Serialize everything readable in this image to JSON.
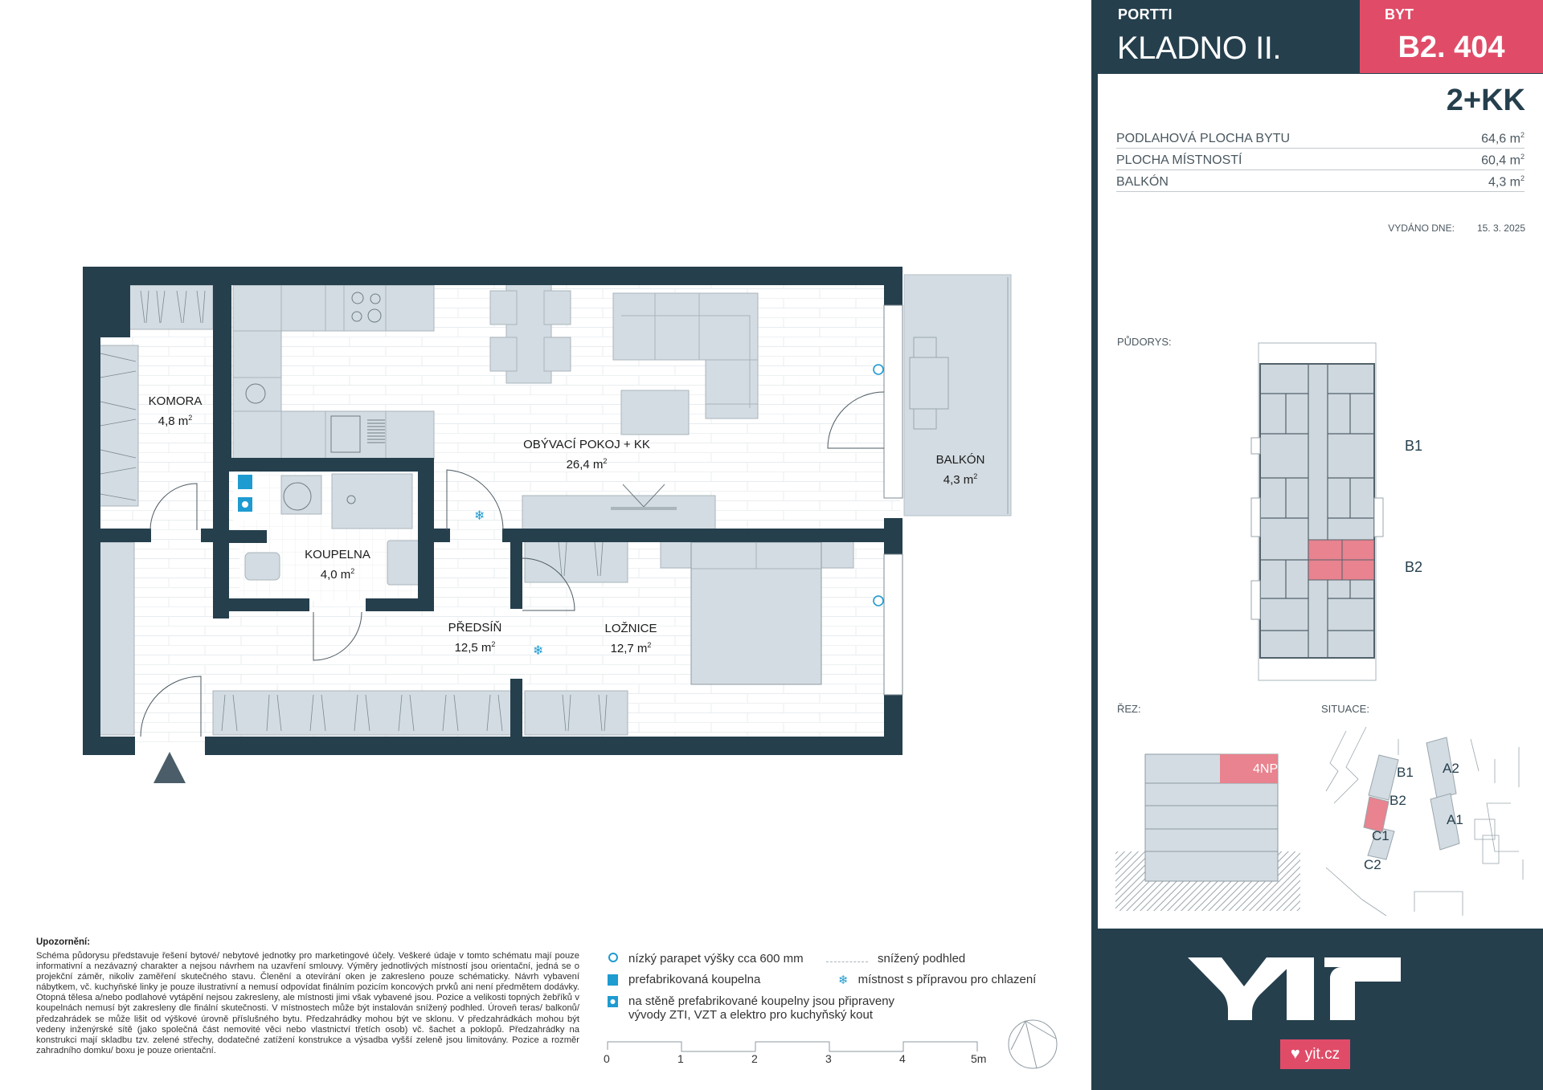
{
  "header": {
    "project_label": "PORTTI",
    "project_name": "KLADNO II.",
    "unit_label": "BYT",
    "unit_code": "B2. 404",
    "unit_type": "2+KK"
  },
  "stats": [
    {
      "label": "PODLAHOVÁ PLOCHA BYTU",
      "value": "64,6 m",
      "unit_sup": "2"
    },
    {
      "label": "PLOCHA MÍSTNOSTÍ",
      "value": "60,4 m",
      "unit_sup": "2"
    },
    {
      "label": "BALKÓN",
      "value": "4,3 m",
      "unit_sup": "2"
    }
  ],
  "issued": {
    "label": "VYDÁNO DNE:",
    "date": "15. 3. 2025"
  },
  "sections": {
    "floorplan_label": "PŮDORYS:",
    "section_label": "ŘEZ:",
    "site_label": "SITUACE:"
  },
  "building_plan": {
    "labels": [
      "B1",
      "B2"
    ],
    "highlight": "B2"
  },
  "cross_section": {
    "floor_label": "4NP",
    "floors": 5
  },
  "site_plan": {
    "buildings": [
      "A1",
      "A2",
      "B1",
      "B2",
      "C1",
      "C2"
    ],
    "highlight": "B2"
  },
  "rooms": [
    {
      "name": "KOMORA",
      "area": "4,8 m",
      "sup": "2"
    },
    {
      "name": "OBÝVACÍ POKOJ + KK",
      "area": "26,4 m",
      "sup": "2"
    },
    {
      "name": "BALKÓN",
      "area": "4,3 m",
      "sup": "2"
    },
    {
      "name": "KOUPELNA",
      "area": "4,0 m",
      "sup": "2"
    },
    {
      "name": "PŘEDSÍŇ",
      "area": "12,5 m",
      "sup": "2"
    },
    {
      "name": "LOŽNICE",
      "area": "12,7 m",
      "sup": "2"
    }
  ],
  "disclaimer": {
    "title": "Upozornění:",
    "text": "Schéma půdorysu představuje řešení bytové/ nebytové jednotky pro marketingové účely. Veškeré údaje v tomto schématu mají pouze informativní a nezávazný charakter a nejsou návrhem na uzavření smlouvy. Výměry jednotlivých místností jsou orientační, jedná se o projekční záměr, nikoliv zaměření skutečného stavu. Členění a otevírání oken je zakresleno pouze schématicky. Návrh vybavení nábytkem, vč. kuchyňské linky je pouze ilustrativní a nemusí odpovídat finálním pozicím koncových prvků ani není předmětem dodávky. Otopná tělesa a/nebo podlahové vytápění nejsou zakresleny, ale místnosti jimi však vybavené jsou. Pozice a velikosti topných žebříků v koupelnách nemusí být zakresleny dle finální skutečnosti. V místnostech může být instalován snížený podhled. Úroveň teras/ balkonů/ předzahrádek se může lišit od výškové úrovně příslušného bytu. Předzahrádky mohou být ve sklonu. V předzahrádkách mohou být vedeny inženýrské sítě (jako společná část nemovité věci nebo vlastnictví třetích osob) vč. šachet a poklopů. Předzahrádky na konstrukci mají skladbu tzv. zelené střechy, dodatečné zatížení konstrukce a výsadba vyšší zeleně jsou limitovány. Pozice a rozměr zahradního domku/ boxu je pouze orientační."
  },
  "legend": {
    "low_parapet": "nízký parapet výšky cca 600 mm",
    "lowered_ceiling": "snížený podhled",
    "prefab_bathroom": "prefabrikovaná koupelna",
    "cooling_room": "místnost s přípravou pro chlazení",
    "prefab_outlets_line1": "na stěně prefabrikované koupelny jsou připraveny",
    "prefab_outlets_line2": "vývody ZTI, VZT a elektro pro kuchyňský kout"
  },
  "scale": {
    "ticks": [
      "0",
      "1",
      "2",
      "3",
      "4",
      "5m"
    ]
  },
  "footer": {
    "logo": "YIT",
    "website": "yit.cz"
  },
  "colors": {
    "dark": "#253f4d",
    "accent": "#e04c68",
    "furniture": "#d3dce2",
    "legend_blue": "#1e9bd0"
  }
}
